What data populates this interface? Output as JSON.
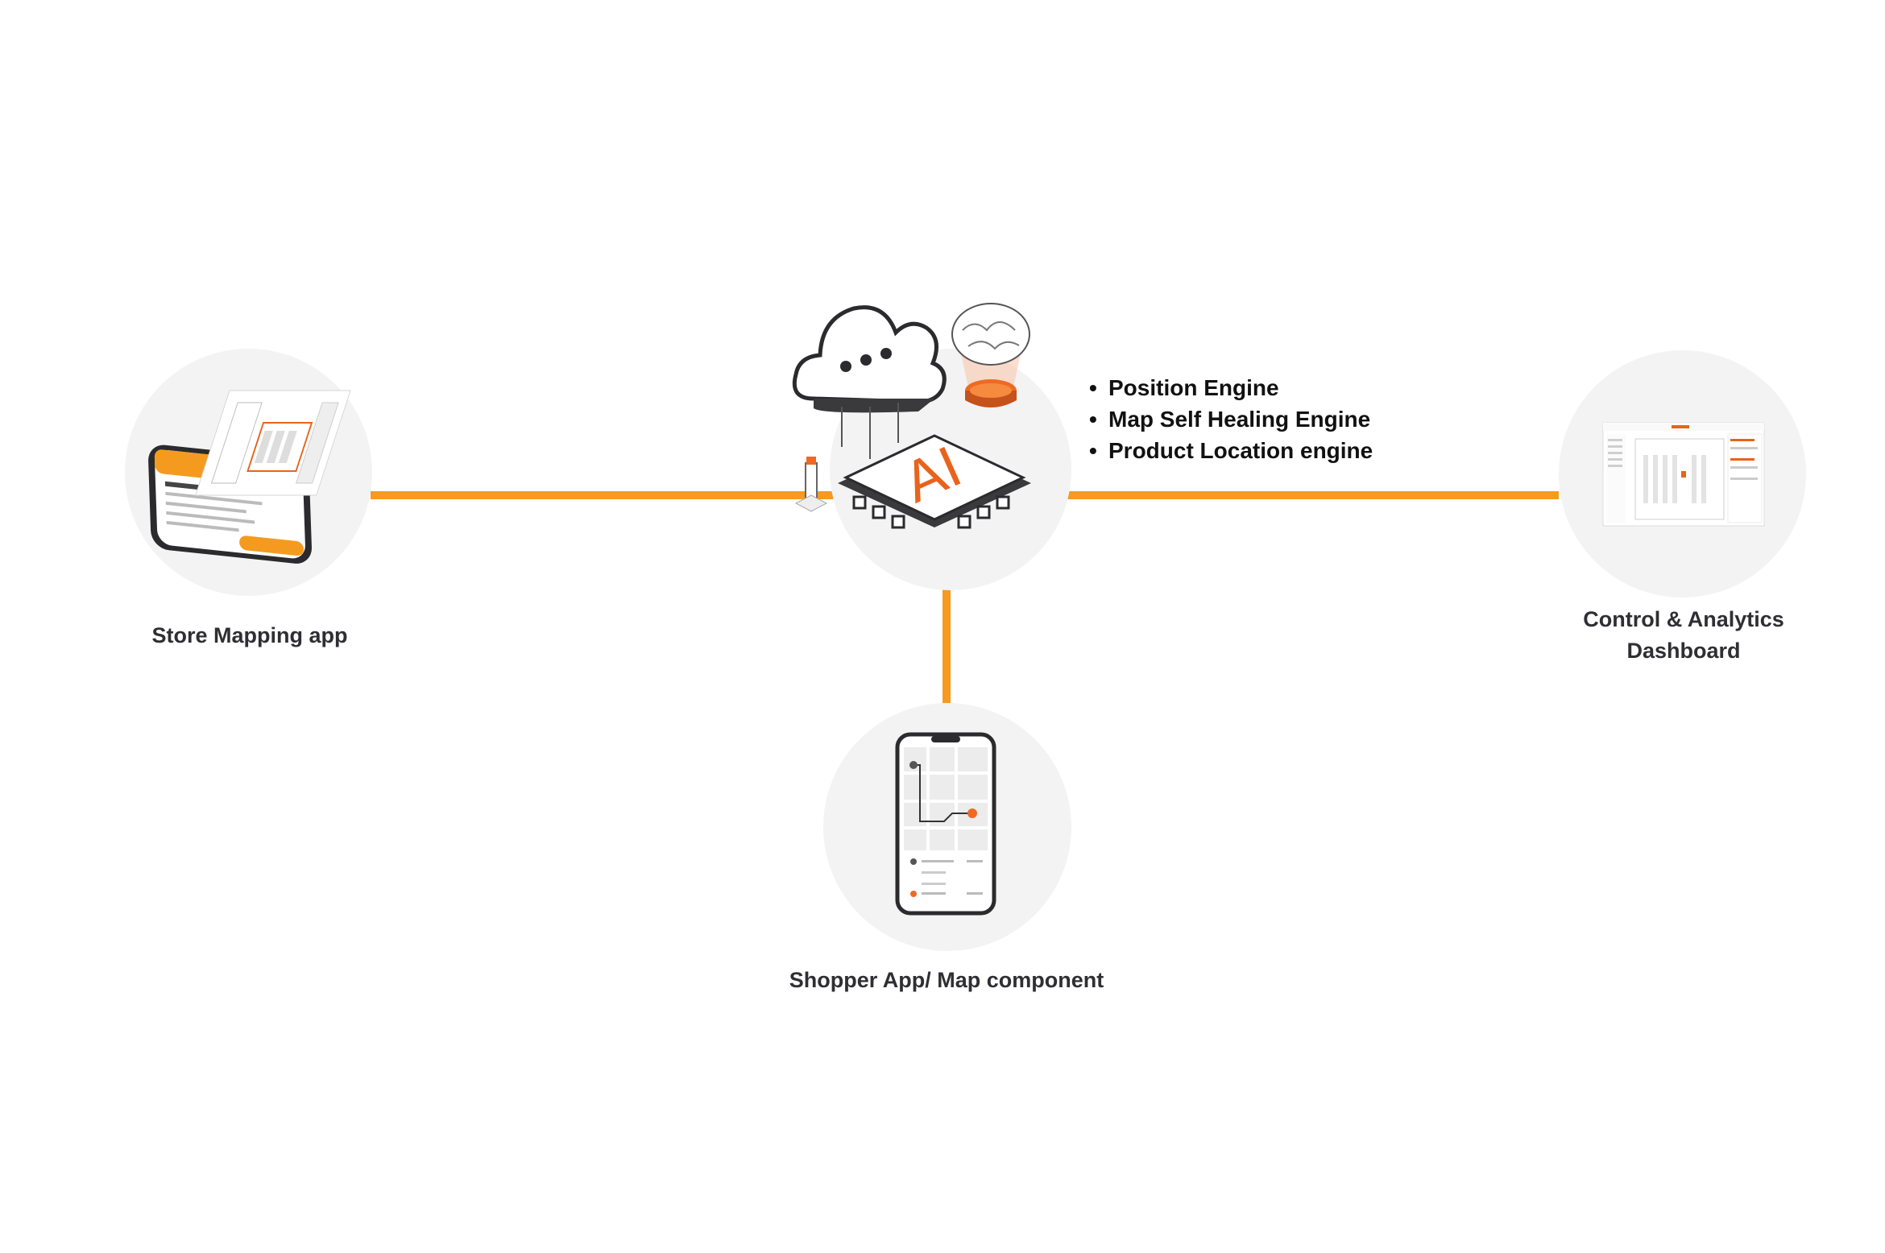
{
  "hub": {
    "chip_text": "AI",
    "engines": [
      "Position Engine",
      "Map Self Healing Engine",
      "Product Location engine"
    ]
  },
  "nodes": {
    "store_mapping": {
      "label": "Store Mapping app"
    },
    "shopper_app": {
      "label": "Shopper App/ Map component"
    },
    "dashboard": {
      "label_line1": "Control & Analytics",
      "label_line2": "Dashboard"
    }
  },
  "colors": {
    "connector": "#f79a1f",
    "accent": "#e8631c",
    "circle": "#f3f3f3",
    "label": "#2f2f33"
  },
  "icons": [
    "cloud-icon",
    "brain-icon",
    "ai-chip-icon",
    "smartphone-icon",
    "dashboard-icon"
  ]
}
